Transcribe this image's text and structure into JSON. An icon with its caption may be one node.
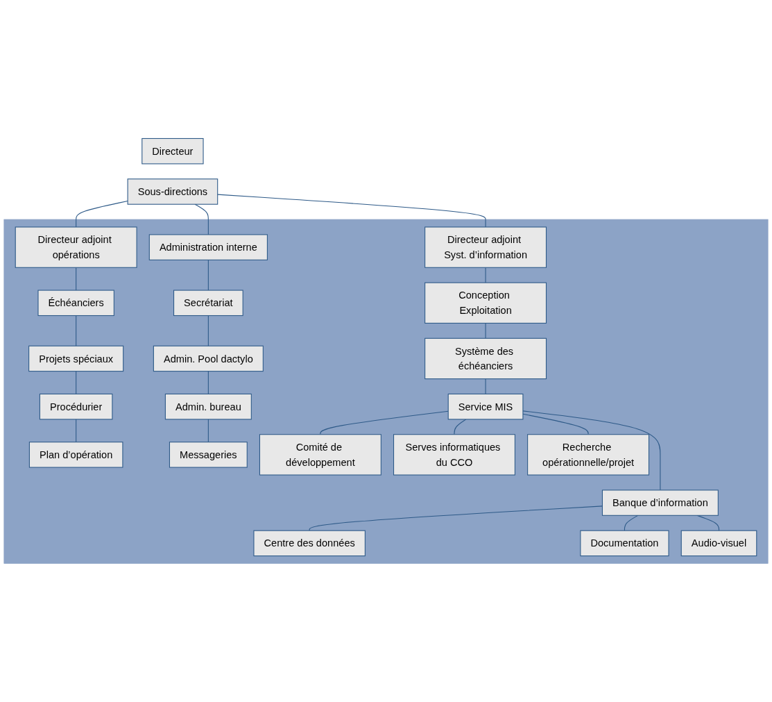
{
  "diagram": {
    "nodes": [
      {
        "text": [
          "Directeur"
        ]
      },
      {
        "text": [
          "Sous-directions"
        ]
      },
      {
        "text": [],
        "shape": "box"
      },
      {
        "text": [
          "Directeur adjoint opérations"
        ],
        "in": 2
      },
      {
        "text": [
          "Échéanciers"
        ],
        "in": 2
      },
      {
        "text": [
          "Projets spéciaux"
        ],
        "in": 2
      },
      {
        "text": [
          "Procédurier"
        ],
        "in": 2
      },
      {
        "text": [
          "Plan d’opération"
        ],
        "in": 2
      },
      {
        "text": [
          "Administration interne"
        ],
        "in": 2
      },
      {
        "text": [
          "Secrétariat"
        ],
        "in": 2
      },
      {
        "text": [
          "Admin. Pool dactylo"
        ],
        "in": 2
      },
      {
        "text": [
          "Admin. bureau"
        ],
        "in": 2
      },
      {
        "text": [
          "Messageries"
        ],
        "in": 2
      },
      {
        "text": [
          "Directeur adjoint Syst. d’information"
        ],
        "in": 2
      },
      {
        "text": [
          "Conception Exploitation"
        ],
        "in": 2
      },
      {
        "text": [
          "Système des échéanciers"
        ],
        "in": 2
      },
      {
        "text": [
          "Service MIS"
        ],
        "in": 2
      },
      {
        "text": [
          "Comité de développement"
        ],
        "in": 2
      },
      {
        "text": [
          "Serves informatiques du CCO"
        ],
        "in": 2
      },
      {
        "text": [
          "Recherche opérationnelle/projet"
        ],
        "in": 2
      },
      {
        "text": [
          "Banque d’information"
        ],
        "in": 2
      },
      {
        "text": [
          "Centre des données"
        ],
        "in": 2
      },
      {
        "text": [
          "Documentation"
        ],
        "in": 2
      },
      {
        "text": [
          "Audio-visuel"
        ],
        "in": 2
      }
    ],
    "edges": [
      {
        "from": 1,
        "to": 3,
        "arrow": "none"
      },
      {
        "from": 1,
        "to": 8,
        "arrow": "none"
      },
      {
        "from": 1,
        "to": 13,
        "arrow": "none"
      },
      {
        "from": 3,
        "to": 4,
        "arrow": "none"
      },
      {
        "from": 4,
        "to": 5,
        "arrow": "none"
      },
      {
        "from": 5,
        "to": 6,
        "arrow": "none"
      },
      {
        "from": 6,
        "to": 7,
        "arrow": "none"
      },
      {
        "from": 8,
        "to": 9,
        "arrow": "none"
      },
      {
        "from": 9,
        "to": 10,
        "arrow": "none"
      },
      {
        "from": 10,
        "to": 11,
        "arrow": "none"
      },
      {
        "from": 11,
        "to": 12,
        "arrow": "none"
      },
      {
        "from": 13,
        "to": 14,
        "arrow": "none"
      },
      {
        "from": 14,
        "to": 15,
        "arrow": "none"
      },
      {
        "from": 15,
        "to": 16,
        "arrow": "none"
      },
      {
        "from": 16,
        "to": 17,
        "arrow": "none"
      },
      {
        "from": 16,
        "to": 18,
        "arrow": "none"
      },
      {
        "from": 16,
        "to": 19,
        "arrow": "none"
      },
      {
        "from": 16,
        "to": 20,
        "arrow": "none"
      },
      {
        "from": 20,
        "to": 21,
        "arrow": "none"
      },
      {
        "from": 20,
        "to": 22,
        "arrow": "none"
      },
      {
        "from": 20,
        "to": 23,
        "arrow": "none"
      }
    ]
  }
}
